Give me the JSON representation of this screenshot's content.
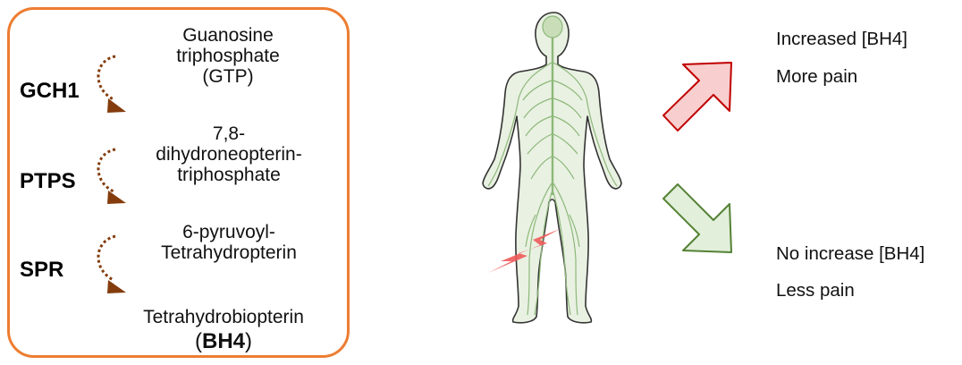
{
  "pathway": {
    "enzymes": [
      {
        "label": "GCH1"
      },
      {
        "label": "PTPS"
      },
      {
        "label": "SPR"
      }
    ],
    "metabolites": [
      {
        "lines": [
          "Guanosine",
          "triphosphate",
          "(GTP)"
        ]
      },
      {
        "lines": [
          "7,8-",
          "dihydroneopterin-",
          "triphosphate"
        ]
      },
      {
        "lines": [
          "6-pyruvoyl-",
          "Tetrahydropterin"
        ]
      },
      {
        "line1": "Tetrahydrobiopterin",
        "open": "(",
        "bold": "BH4",
        "close": ")"
      }
    ]
  },
  "outcomes": {
    "increase": {
      "line1": "Increased [BH4]",
      "line2": "More pain"
    },
    "no_increase": {
      "line1": "No increase [BH4]",
      "line2": "Less pain"
    }
  },
  "colors": {
    "box_border": "#ED7D31",
    "reaction_arrow": "#843C0C",
    "up_arrow_fill": "#F8CECE",
    "up_arrow_stroke": "#C00000",
    "down_arrow_fill": "#E2EFDA",
    "down_arrow_stroke": "#548235",
    "body_fill": "#E9F1E2",
    "nerves": "#8DB87A",
    "injury": "#F05A5A"
  },
  "icons": [
    "curved-reaction-arrow-icon",
    "human-nervous-system-figure",
    "injury-lightning-icon",
    "up-arrow-icon",
    "down-arrow-icon"
  ]
}
